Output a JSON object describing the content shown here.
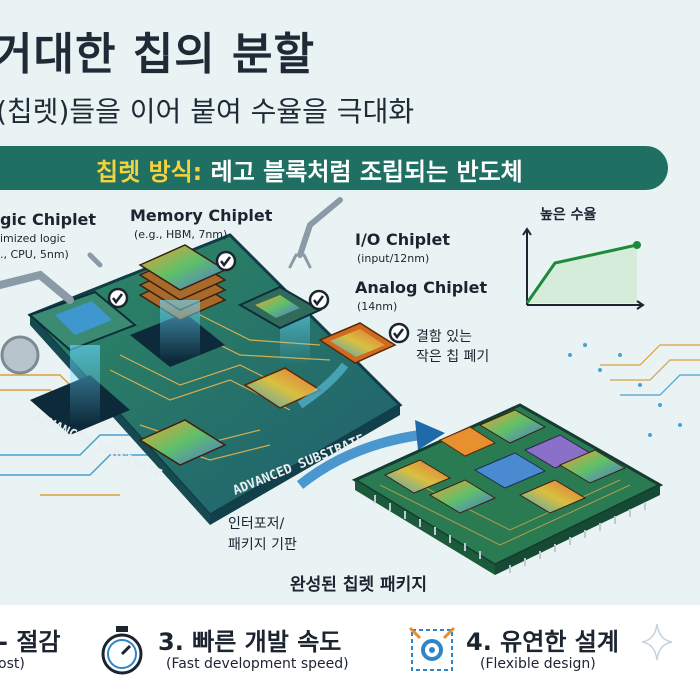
{
  "header": {
    "title": "거대한 칩의 분할",
    "subtitle": "(칩렛)들을 이어 붙여 수율을 극대화"
  },
  "banner": {
    "accent": "칩렛 방식:",
    "text": "레고 블록처럼 조립되는 반도체"
  },
  "chiplets": {
    "logic": {
      "label": "gic Chiplet",
      "sub1": "imized logic",
      "sub2": "., CPU, 5nm)"
    },
    "memory": {
      "label": "Memory Chiplet",
      "sub": "(e.g., HBM, 7nm)"
    },
    "io": {
      "label": "I/O Chiplet",
      "sub": "(input/12nm)"
    },
    "analog": {
      "label": "Analog Chiplet",
      "sub": "(14nm)"
    }
  },
  "defect": {
    "line1": "결함 있는",
    "line2": "작은 칩 폐기"
  },
  "substrate": {
    "text1": "ADVANCED SUBSTRATE",
    "text2": "ADVANCED SUBSTRATE",
    "caption_line1": "인터포저/",
    "caption_line2": "패키지 기판"
  },
  "package_label": "완성된 칩렛 패키지",
  "yield_chart": {
    "title": "높은 수율"
  },
  "features": [
    {
      "title": "- 절감",
      "sub": "ost)"
    },
    {
      "title": "3. 빠른 개발 속도",
      "sub": "(Fast development speed)"
    },
    {
      "title": "4. 유연한 설계",
      "sub": "(Flexible design)"
    }
  ],
  "colors": {
    "banner": "#1f6f63",
    "banner_accent": "#f4d23c",
    "board": "#2a7a5a",
    "trace": "#e0a040",
    "chart_line": "#1e8a3c"
  },
  "icons": [
    "robot-arm-icon",
    "check-icon",
    "arrow-icon",
    "stopwatch-icon",
    "gear-arrows-icon",
    "sparkle-icon"
  ]
}
